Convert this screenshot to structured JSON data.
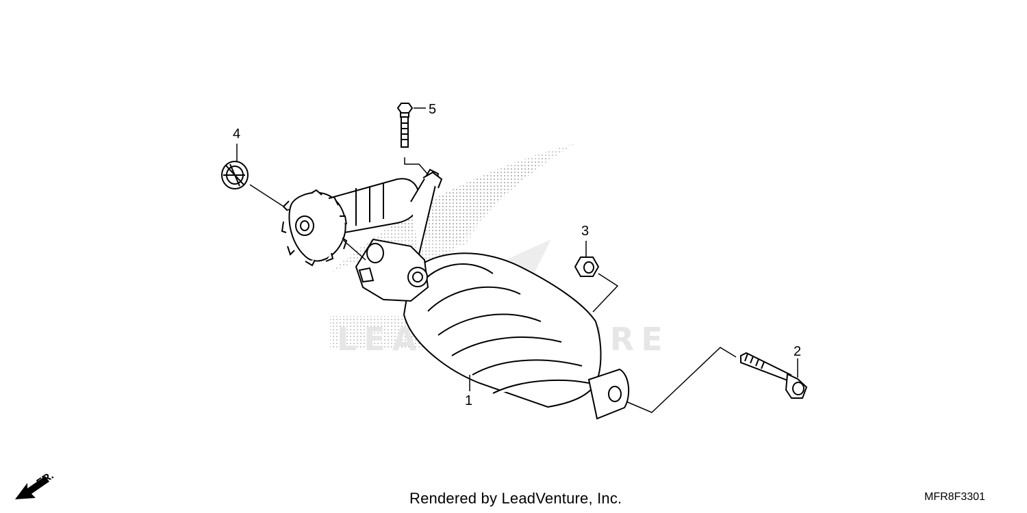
{
  "diagram": {
    "callouts": [
      {
        "id": "1",
        "label": "1"
      },
      {
        "id": "2",
        "label": "2"
      },
      {
        "id": "3",
        "label": "3"
      },
      {
        "id": "4",
        "label": "4"
      },
      {
        "id": "5",
        "label": "5"
      }
    ],
    "front_indicator": "FR.",
    "watermark_text": "LEADVENTURE"
  },
  "footer": {
    "rendered_by": "Rendered by LeadVenture, Inc.",
    "diagram_code": "MFR8F3301"
  },
  "colors": {
    "line": "#000000",
    "watermark": "#e0e0e0",
    "background": "#ffffff"
  }
}
